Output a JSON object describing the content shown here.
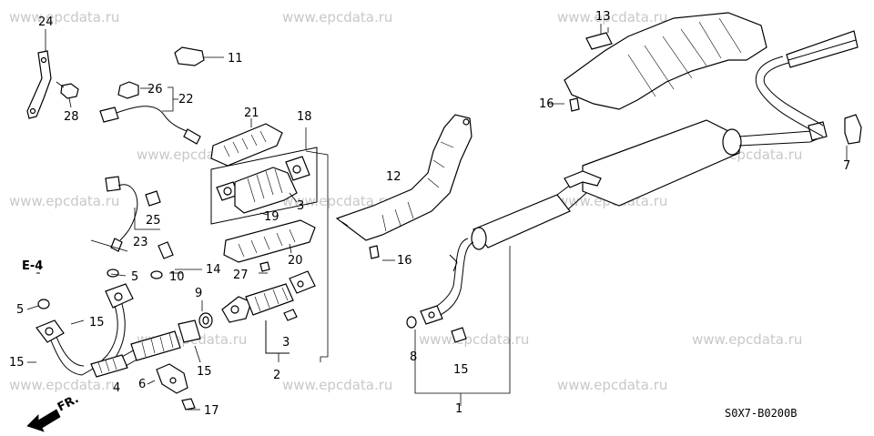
{
  "watermark": "www.epcdata.ru",
  "diagram_code": "S0X7-B0200B",
  "direction_label": "FR.",
  "section_ref": "E-4",
  "callouts": {
    "c1": "1",
    "c2": "2",
    "c3a": "3",
    "c3b": "3",
    "c4": "4",
    "c5a": "5",
    "c5b": "5",
    "c6": "6",
    "c7": "7",
    "c8": "8",
    "c9": "9",
    "c10": "10",
    "c11": "11",
    "c12": "12",
    "c13": "13",
    "c14": "14",
    "c15a": "15",
    "c15b": "15",
    "c15c": "15",
    "c15d": "15",
    "c16a": "16",
    "c16b": "16",
    "c17": "17",
    "c18": "18",
    "c19": "19",
    "c20": "20",
    "c21": "21",
    "c22": "22",
    "c23": "23",
    "c24": "24",
    "c25": "25",
    "c26": "26",
    "c27": "27",
    "c28": "28"
  }
}
